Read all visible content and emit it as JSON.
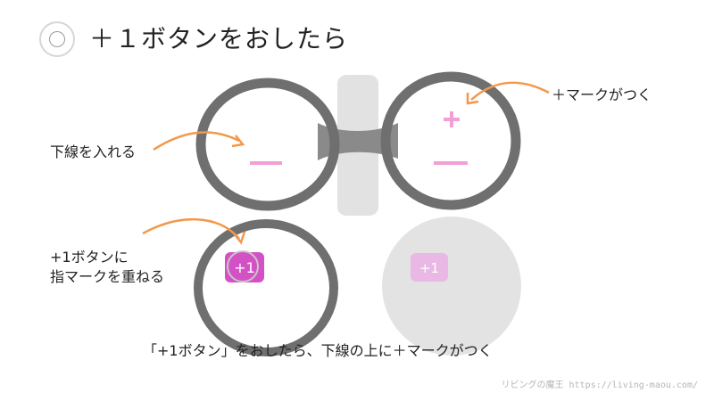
{
  "title": "＋１ボタンをおしたら",
  "annotations": {
    "underline_label": "下線を入れる",
    "plus_mark_label": "＋マークがつく",
    "overlay_label_line1": "+1ボタンに",
    "overlay_label_line2": "指マークを重ねる"
  },
  "caption": "「+1ボタン」をおしたら、下線の上に＋マークがつく",
  "watermark": "リビングの魔王 https://living-maou.com/",
  "marks": {
    "minus_left": "－",
    "minus_right": "－",
    "plus_right": "＋"
  },
  "colors": {
    "ring": "#6f6f6f",
    "arrow": "#f3984a",
    "mark": "#f29fd6",
    "bridge": "#e2e2e2",
    "disabled_circle": "#e3e3e3",
    "button_pink": "#d451c5"
  }
}
